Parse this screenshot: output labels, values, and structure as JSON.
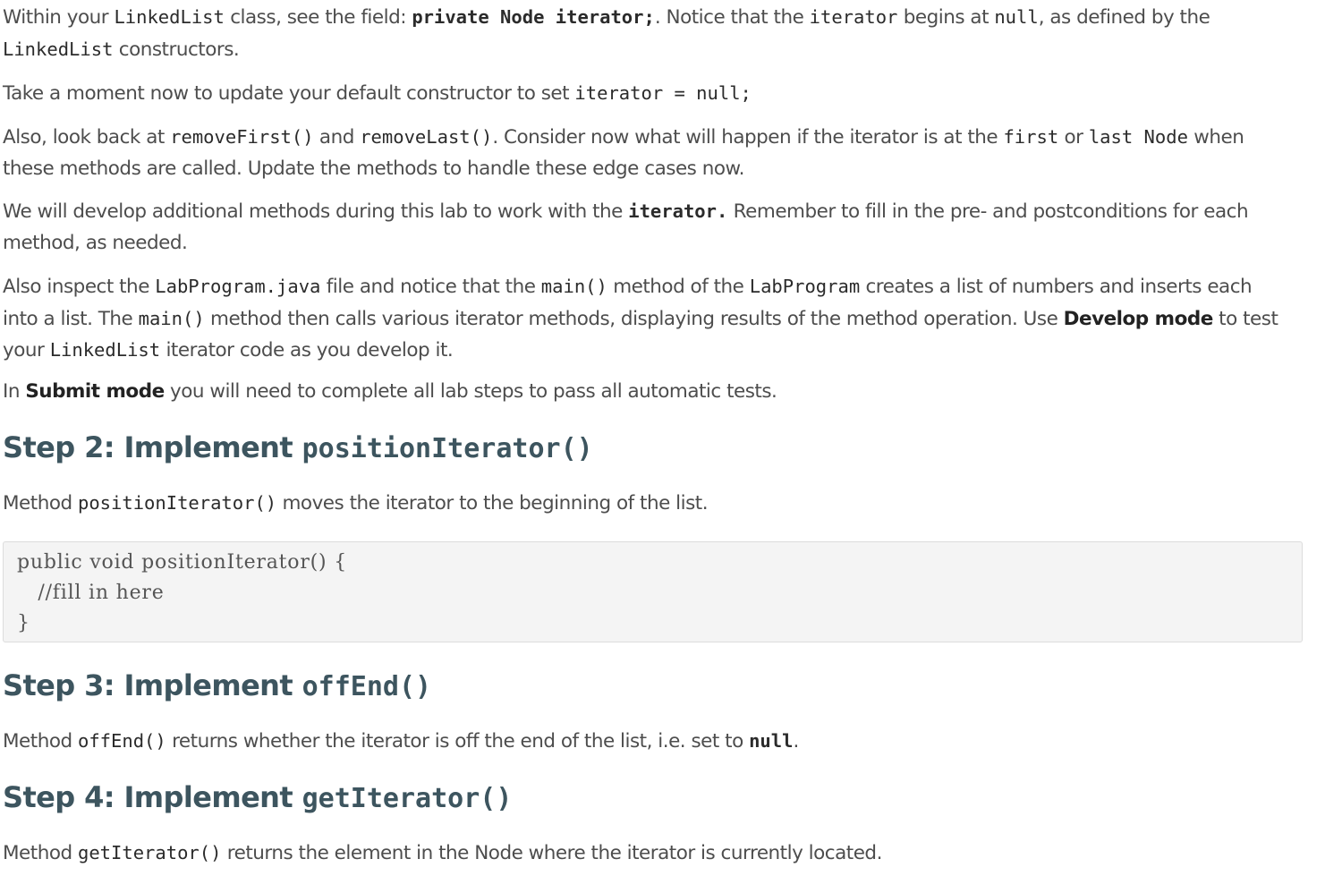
{
  "intro": {
    "p1": {
      "t1": "Within your ",
      "c1": "LinkedList",
      "t2": " class, see the field: ",
      "c2": "private Node iterator;",
      "t3": ". Notice that the ",
      "c3": "iterator",
      "t4": " begins at ",
      "c4": "null",
      "t5": ", as defined by the",
      "c5": "LinkedList",
      "t6": " constructors."
    },
    "p2": {
      "t1": "Take a moment now to update your default constructor to set ",
      "c1": "iterator = null;"
    },
    "p3": {
      "t1": "Also, look back at ",
      "c1": "removeFirst()",
      "t2": " and ",
      "c2": "removeLast()",
      "t3": ". Consider now what will happen if the iterator is at the ",
      "c3": "first",
      "t4": " or ",
      "c4": "last Node",
      "t5": " when",
      "t6": "these methods are called. Update the methods to handle these edge cases now."
    },
    "p4": {
      "t1": "We will develop additional methods during this lab to work with the ",
      "c1": "iterator.",
      "t2": " Remember to fill in the pre- and postconditions for each",
      "t3": "method, as needed."
    },
    "p5": {
      "t1": "Also inspect the ",
      "c1": "LabProgram.java",
      "t2": " file and notice that the ",
      "c2": "main()",
      "t3": " method of the ",
      "c3": "LabProgram",
      "t4": " creates a list of numbers and inserts each",
      "t5": "into a list. The ",
      "c4": "main()",
      "t6": " method then calls various iterator methods, displaying results of the method operation. Use ",
      "s1": "Develop mode",
      "t7": " to test",
      "t8": "your ",
      "c5": "LinkedList",
      "t9": " iterator code as you develop it."
    },
    "p6": {
      "t1": "In ",
      "s1": "Submit mode",
      "t2": " you will need to complete all lab steps to pass all automatic tests."
    }
  },
  "step2": {
    "heading_text": "Step 2: Implement ",
    "heading_code": "positionIterator()",
    "desc": {
      "t1": "Method ",
      "c1": "positionIterator()",
      "t2": " moves the iterator to the beginning of the list."
    },
    "code_lines": [
      "public void positionIterator() {",
      "   //fill in here",
      "}"
    ]
  },
  "step3": {
    "heading_text": "Step 3: Implement ",
    "heading_code": "offEnd()",
    "desc": {
      "t1": "Method ",
      "c1": "offEnd()",
      "t2": " returns whether the iterator is off the end of the list, i.e. set to ",
      "c2": "null",
      "t3": "."
    }
  },
  "step4": {
    "heading_text": "Step 4: Implement ",
    "heading_code": "getIterator()",
    "desc": {
      "t1": "Method ",
      "c1": "getIterator()",
      "t2": " returns the element in the Node where the iterator is currently located."
    }
  }
}
